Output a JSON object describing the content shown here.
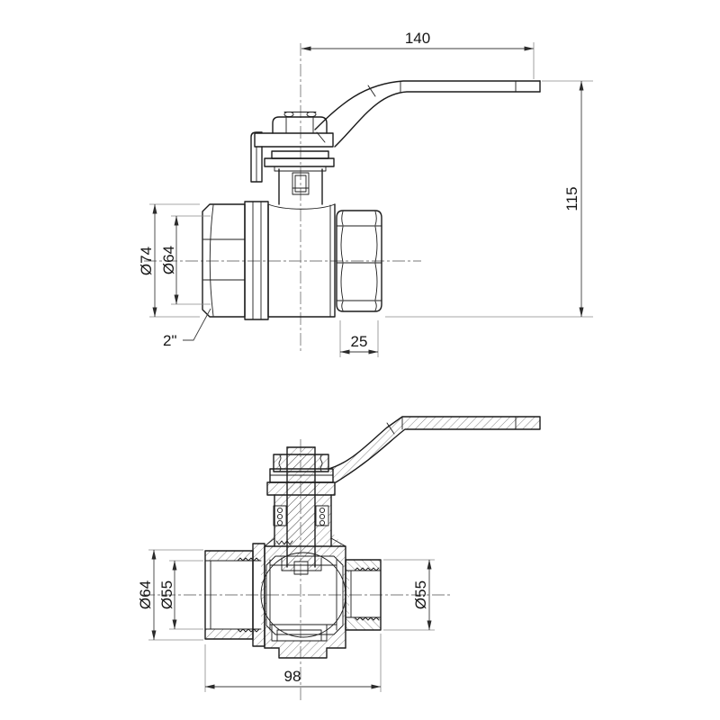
{
  "page": {
    "background_color": "#ffffff"
  },
  "drawing": {
    "line_color": "#1c1c1c",
    "dimension_color": "#3d3d3d",
    "top_view": {
      "labels": {
        "lever_length": "140",
        "overall_height": "115",
        "body_diameter": "Ø74",
        "nut_diameter": "Ø64",
        "thread_size": "2\"",
        "port_length": "25"
      }
    },
    "section_view": {
      "labels": {
        "outer_diameter": "Ø64",
        "bore_left": "Ø55",
        "bore_right": "Ø55",
        "body_length": "98"
      }
    }
  }
}
